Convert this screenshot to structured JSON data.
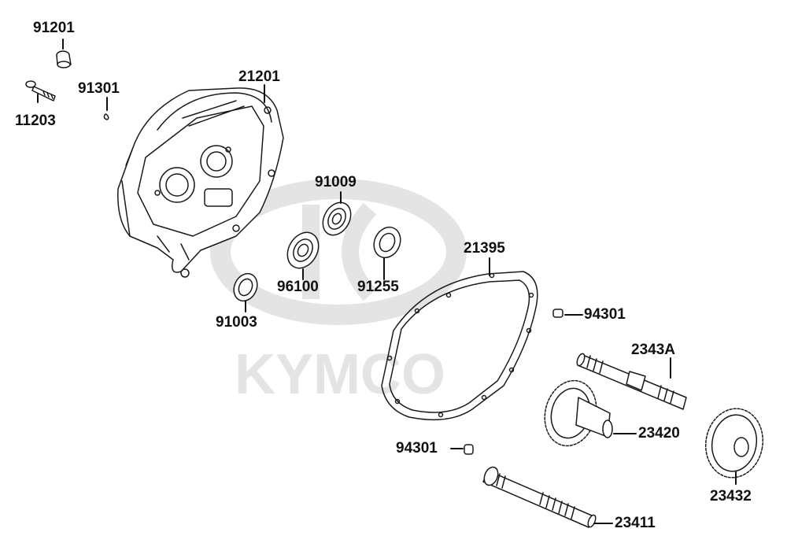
{
  "diagram": {
    "watermark_text": "KYMCO",
    "watermark_logo": "kymco-logo",
    "colors": {
      "line": "#1a1a1a",
      "watermark": "#e4e4e4",
      "label": "#111111"
    },
    "parts": [
      {
        "id": "p91201",
        "number": "91201",
        "name": "collar"
      },
      {
        "id": "p11203",
        "number": "11203",
        "name": "bolt"
      },
      {
        "id": "p91301",
        "number": "91301",
        "name": "pin"
      },
      {
        "id": "p21201",
        "number": "21201",
        "name": "transmission-case"
      },
      {
        "id": "p91009",
        "number": "91009",
        "name": "bearing"
      },
      {
        "id": "p96100",
        "number": "96100",
        "name": "bearing"
      },
      {
        "id": "p91255",
        "number": "91255",
        "name": "oil-seal"
      },
      {
        "id": "p91003",
        "number": "91003",
        "name": "bearing"
      },
      {
        "id": "p21395",
        "number": "21395",
        "name": "gasket"
      },
      {
        "id": "p94301a",
        "number": "94301",
        "name": "dowel-pin"
      },
      {
        "id": "p2343A",
        "number": "2343A",
        "name": "drive-shaft"
      },
      {
        "id": "p23420",
        "number": "23420",
        "name": "countershaft-gear"
      },
      {
        "id": "p94301b",
        "number": "94301",
        "name": "dowel-pin"
      },
      {
        "id": "p23432",
        "number": "23432",
        "name": "final-gear"
      },
      {
        "id": "p23411",
        "number": "23411",
        "name": "final-shaft"
      }
    ]
  }
}
